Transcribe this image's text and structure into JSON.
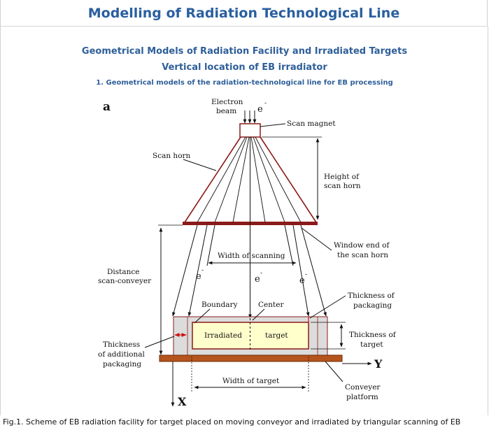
{
  "header": {
    "title": "Modelling of Radiation Technological Line"
  },
  "subtitles": {
    "section": "Geometrical Models of Radiation Facility and Irradiated Targets",
    "location": "Vertical location of EB irradiator",
    "figure_heading": "1. Geometrical models of the radiation-technological line for EB processing"
  },
  "diagram": {
    "panel_letter": "a",
    "labels": {
      "electron": "Electron",
      "beam": "beam",
      "e_minus": "e",
      "superscript_minus": "-",
      "scan_magnet": "Scan magnet",
      "scan_horn": "Scan  horn",
      "height_of": "Height of",
      "scan_horn_short": "scan horn",
      "window_end": "Window end of",
      "the_scan_horn": "the scan  horn",
      "width_of_scanning": "Width of scanning",
      "distance": "Distance",
      "scan_conveyer": "scan-conveyer",
      "boundary": "Boundary",
      "center": "Center",
      "thickness_of": "Thickness of",
      "packaging": "packaging",
      "thickness_of_target_1": "Thickness of",
      "target": "target",
      "irradiated": "Irradiated",
      "target_word": "target",
      "thickness": "Thickness",
      "of_additional": "of additional",
      "packaging_2": "packaging",
      "width_of_target": "Width  of  target",
      "conveyer": "Conveyer",
      "platform": "platform",
      "axis_y": "Y",
      "axis_x": "X"
    },
    "colors": {
      "horn": "#8b1a1a",
      "platform": "#b5541c",
      "target_fill": "#ffffcc",
      "packaging_fill": "#dcdcdc",
      "leader": "#111111"
    }
  },
  "caption": "Fig.1. Scheme of EB radiation facility for target placed on moving conveyor and irradiated by triangular scanning of EB"
}
